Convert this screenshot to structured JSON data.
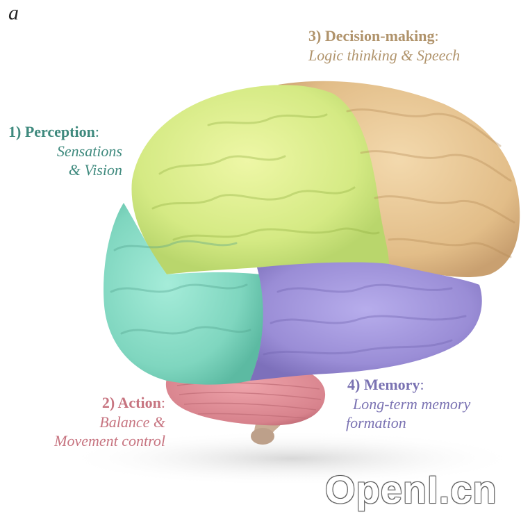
{
  "panel_letter": "a",
  "colors": {
    "perception": "#3f8a7e",
    "decision": "#b0936b",
    "action": "#c77480",
    "memory": "#7a72b2",
    "lobe_green_yellow": "#d8ec8a",
    "lobe_teal": "#7fd9c2",
    "lobe_tan": "#e6c28f",
    "lobe_purple": "#9b8fd6",
    "lobe_pink": "#d9858f"
  },
  "regions": {
    "perception": {
      "head": "1) Perception",
      "colon": ":",
      "desc1": "Sensations",
      "desc2": "& Vision"
    },
    "decision": {
      "head": "3) Decision-making",
      "colon": ":",
      "desc1": "Logic thinking & Speech"
    },
    "action": {
      "head": "2) Action",
      "colon": ":",
      "desc1": "Balance &",
      "desc2": "Movement control"
    },
    "memory": {
      "head": "4) Memory",
      "colon": ":",
      "desc1": "Long-term memory",
      "desc2": "formation"
    }
  },
  "watermark": "OpenI.cn"
}
